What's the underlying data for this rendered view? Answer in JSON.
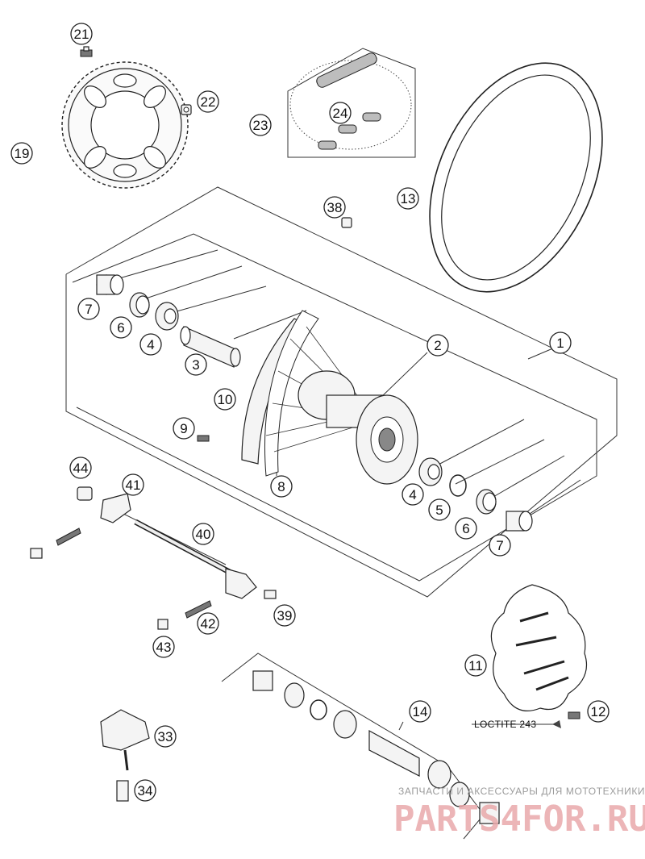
{
  "diagram": {
    "callouts": [
      {
        "id": "1",
        "label": "1"
      },
      {
        "id": "2",
        "label": "2"
      },
      {
        "id": "3",
        "label": "3"
      },
      {
        "id": "4a",
        "label": "4"
      },
      {
        "id": "4b",
        "label": "4"
      },
      {
        "id": "5",
        "label": "5"
      },
      {
        "id": "6a",
        "label": "6"
      },
      {
        "id": "6b",
        "label": "6"
      },
      {
        "id": "7a",
        "label": "7"
      },
      {
        "id": "7b",
        "label": "7"
      },
      {
        "id": "8",
        "label": "8"
      },
      {
        "id": "9",
        "label": "9"
      },
      {
        "id": "10",
        "label": "10"
      },
      {
        "id": "11",
        "label": "11"
      },
      {
        "id": "12",
        "label": "12"
      },
      {
        "id": "13",
        "label": "13"
      },
      {
        "id": "14",
        "label": "14"
      },
      {
        "id": "19",
        "label": "19"
      },
      {
        "id": "21",
        "label": "21"
      },
      {
        "id": "22",
        "label": "22"
      },
      {
        "id": "23",
        "label": "23"
      },
      {
        "id": "24",
        "label": "24"
      },
      {
        "id": "33",
        "label": "33"
      },
      {
        "id": "34",
        "label": "34"
      },
      {
        "id": "38",
        "label": "38"
      },
      {
        "id": "39",
        "label": "39"
      },
      {
        "id": "40",
        "label": "40"
      },
      {
        "id": "41",
        "label": "41"
      },
      {
        "id": "42",
        "label": "42"
      },
      {
        "id": "43",
        "label": "43"
      },
      {
        "id": "44",
        "label": "44"
      }
    ],
    "note": "LOCTITE 243"
  },
  "watermark": {
    "tagline": "ЗАПЧАСТИ И АКСЕССУАРЫ ДЛЯ МОТОТЕХНИКИ",
    "brand": "PARTS4FOR.RU",
    "color": "#e9a9ab"
  }
}
